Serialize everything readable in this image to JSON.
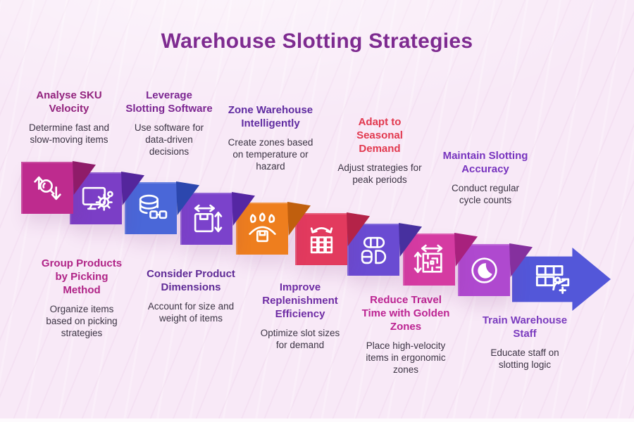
{
  "title": "Warehouse Slotting Strategies",
  "title_color": "#7E2B90",
  "background_color": "#F8E9F7",
  "body_text_color": "#3C3444",
  "top_row": [
    {
      "heading": "Analyse SKU\nVelocity",
      "heading_color": "#92237E",
      "body": "Determine fast and\nslow-moving items"
    },
    {
      "heading": "Leverage\nSlotting Software",
      "heading_color": "#7C2792",
      "body": "Use software for\ndata-driven\ndecisions"
    },
    {
      "heading": "Zone Warehouse\nIntelligently",
      "heading_color": "#5F2BA0",
      "body": "Create zones based\non temperature or\nhazard"
    },
    {
      "heading": "Adapt to\nSeasonal\nDemand",
      "heading_color": "#E2394F",
      "body": "Adjust strategies for\npeak periods"
    },
    {
      "heading": "Maintain Slotting\nAccuracy",
      "heading_color": "#7733BE",
      "body": "Conduct regular\ncycle counts"
    }
  ],
  "bottom_row": [
    {
      "heading": "Group Products\nby Picking\nMethod",
      "heading_color": "#B02487",
      "body": "Organize items\nbased on picking\nstrategies"
    },
    {
      "heading": "Consider Product\nDimensions",
      "heading_color": "#5F2B96",
      "body": "Account for size and\nweight of items"
    },
    {
      "heading": "Improve\nReplenishment\nEfficiency",
      "heading_color": "#6E2CA4",
      "body": "Optimize slot sizes\nfor demand"
    },
    {
      "heading": "Reduce Travel\nTime with Golden\nZones",
      "heading_color": "#BC2492",
      "body": "Place high-velocity\nitems in ergonomic\nzones"
    },
    {
      "heading": "Train Warehouse\nStaff",
      "heading_color": "#7A3BBE",
      "body": "Educate staff on\nslotting logic"
    }
  ],
  "tiles": [
    {
      "icon": "sku-velocity-search-icon",
      "color": "#BE2B8E",
      "fold_color": "#8F1C69"
    },
    {
      "icon": "software-monitor-gear-icon",
      "color": "#7B3EC6",
      "fold_color": "#54269C"
    },
    {
      "icon": "database-bins-icon",
      "color": "#4A67D8",
      "fold_color": "#2C47AE"
    },
    {
      "icon": "box-dimensions-icon",
      "color": "#7B42CB",
      "fold_color": "#5527A3"
    },
    {
      "icon": "replenishment-drops-icon",
      "color": "#EE7E1E",
      "fold_color": "#C05F0E"
    },
    {
      "icon": "rack-refill-arrow-icon",
      "color": "#E23A5E",
      "fold_color": "#B42348"
    },
    {
      "icon": "capsule-slots-icon",
      "color": "#6A4BD2",
      "fold_color": "#47309F"
    },
    {
      "icon": "golden-zone-maze-icon",
      "color": "#D53BA2",
      "fold_color": "#A8217D"
    },
    {
      "icon": "cycle-count-crescent-icon",
      "color": "#AF49CF",
      "fold_color": "#85309E"
    },
    {
      "icon": "staff-training-shelf-icon",
      "color": "#5357D9",
      "fold_color": "#5357D9",
      "shape": "arrow"
    }
  ]
}
